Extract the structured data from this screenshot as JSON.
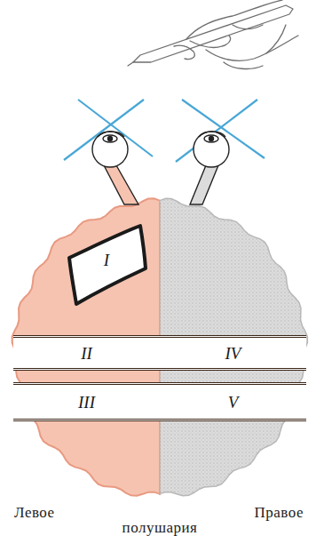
{
  "diagram": {
    "nodes": [
      {
        "text": [
          "I"
        ]
      },
      {
        "text": [
          "II"
        ]
      },
      {
        "text": [
          "III"
        ]
      },
      {
        "text": [
          "IV"
        ]
      },
      {
        "text": [
          "V"
        ]
      }
    ],
    "labels": [
      "Левое",
      "Правое",
      "полушария"
    ]
  }
}
